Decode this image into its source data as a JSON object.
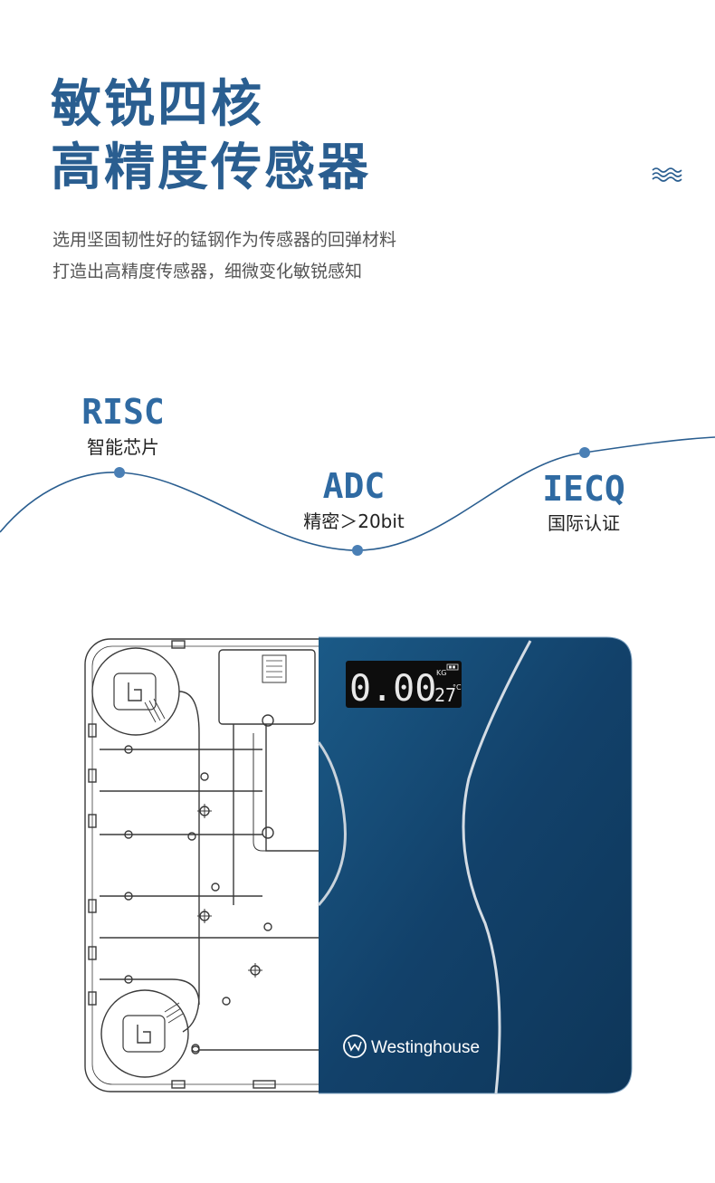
{
  "heading": {
    "line1": "敏锐四核",
    "line2": "高精度传感器"
  },
  "description": {
    "line1": "选用坚固韧性好的锰钢作为传感器的回弹材料",
    "line2": "打造出高精度传感器，细微变化敏锐感知"
  },
  "features": [
    {
      "name": "RISC",
      "caption": "智能芯片"
    },
    {
      "name": "ADC",
      "caption": "精密＞20bit"
    },
    {
      "name": "IECQ",
      "caption": "国际认证"
    }
  ],
  "scale": {
    "brand": "Westinghouse",
    "display": {
      "weight": "0.00",
      "unit": "KG",
      "temperature": "27",
      "temp_unit": "°C"
    }
  },
  "colors": {
    "accent": "#2a5e90",
    "glass": "#12416a"
  },
  "icons": {
    "decor": "wave-lines-icon",
    "brand_logo": "westinghouse-logo-icon",
    "battery": "battery-icon"
  }
}
